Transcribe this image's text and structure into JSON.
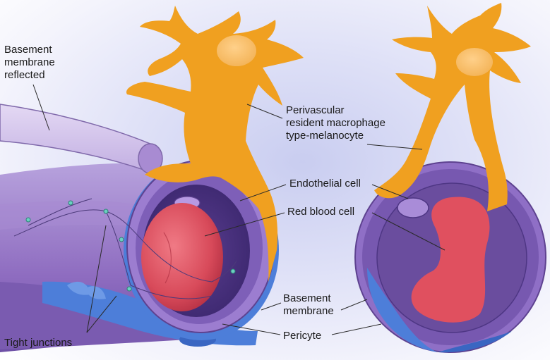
{
  "labels": {
    "basement_reflected": "Basement\nmembrane\nreflected",
    "macrophage": "Perivascular\nresident macrophage\ntype-melanocyte",
    "endothelial": "Endothelial cell",
    "red_blood": "Red blood cell",
    "basement": "Basement\nmembrane",
    "tight_junctions": "Tight junctions",
    "pericyte": "Pericyte"
  },
  "colors": {
    "macrophage": "#f0a020",
    "vessel_purple": "#8e6cc0",
    "lumen": "#6a4d9e",
    "red_blood_cell": "#e05565",
    "pericyte": "#4d7ed9",
    "endothelial": "#a58ad4"
  }
}
